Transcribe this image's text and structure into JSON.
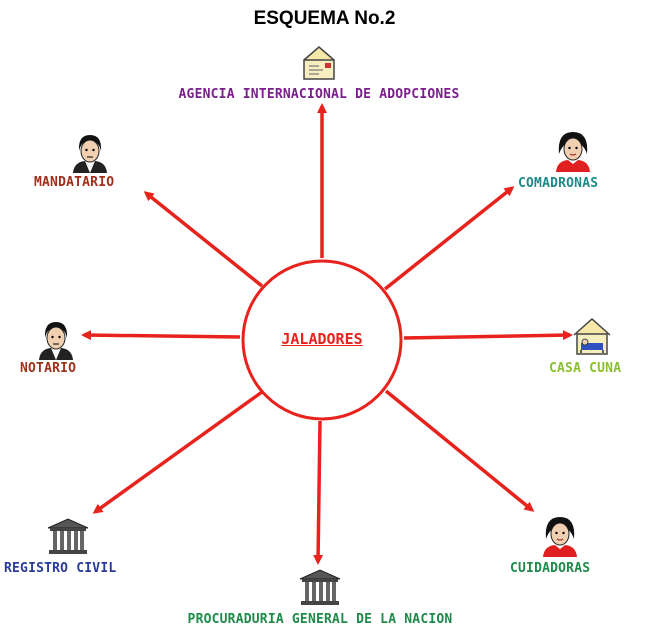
{
  "title": "ESQUEMA No.2",
  "center": {
    "label": "JALADORES",
    "color": "#e8221c"
  },
  "arrow_color": "#e8221c",
  "nodes": {
    "agencia": {
      "label": "AGENCIA INTERNACIONAL DE ADOPCIONES",
      "color": "#7a1f8c",
      "icon": "envelope-icon"
    },
    "mandatario": {
      "label": "MANDATARIO",
      "color": "#a0301a",
      "icon": "man-portrait-icon"
    },
    "comadronas": {
      "label": "COMADRONAS",
      "color": "#1f8a8a",
      "icon": "woman-portrait-icon"
    },
    "notario": {
      "label": "NOTARIO",
      "color": "#a0301a",
      "icon": "man-portrait-icon"
    },
    "casa_cuna": {
      "label": "CASA CUNA",
      "color": "#8ac02c",
      "icon": "house-crib-icon"
    },
    "registro": {
      "label": "REGISTRO CIVIL",
      "color": "#2a3a9a",
      "icon": "government-building-icon"
    },
    "cuidadoras": {
      "label": "CUIDADORAS",
      "color": "#1f8a4a",
      "icon": "woman-portrait-icon"
    },
    "procuraduria": {
      "label": "PROCURADURIA GENERAL DE LA NACION",
      "color": "#1f8a4a",
      "icon": "government-building-icon"
    }
  }
}
